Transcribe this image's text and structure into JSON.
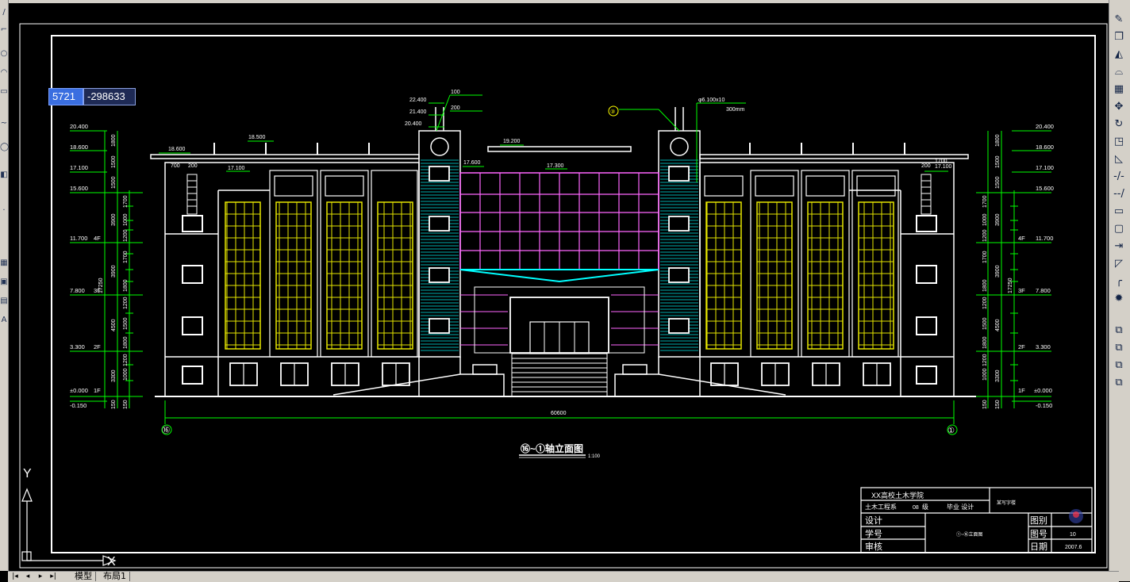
{
  "coordinate_input": {
    "x": "5721",
    "y": "-298633"
  },
  "drawing": {
    "title": "⑯~①轴立面图",
    "scale": "1:100",
    "overall_dimension": "60600",
    "axis_left": "⑯",
    "axis_right": "①",
    "elevations_left": [
      "20.400",
      "18.600",
      "17.100",
      "15.600",
      "11.700",
      "7.800",
      "3.300",
      "±0.000",
      "-0.150"
    ],
    "elevations_right": [
      "20.400",
      "18.600",
      "17.100",
      "15.600",
      "11.700",
      "7.800",
      "3.300",
      "±0.000",
      "-0.150"
    ],
    "floor_labels": [
      "4F",
      "3F",
      "2F",
      "1F"
    ],
    "dims_outer": [
      "1800",
      "1500",
      "1500",
      "3900",
      "3900",
      "4500",
      "3300",
      "150"
    ],
    "dims_total": "17250",
    "dims_inner": [
      "1700",
      "1000",
      "1200",
      "1700",
      "1800",
      "1200",
      "1500",
      "1800",
      "1200",
      "1000",
      "150"
    ],
    "tower_callouts": [
      "22.400",
      "21.400",
      "20.400",
      "100",
      "200"
    ],
    "roof_labels": [
      "18.600",
      "18.500",
      "19.200",
      "17.600",
      "17.300",
      "17.100",
      "17.100"
    ],
    "small_dims": [
      "700",
      "200",
      "200",
      "1700"
    ],
    "note_right_line1": "φ6.100x10",
    "note_right_line2": "300mm",
    "note_left_num": "③"
  },
  "title_block": {
    "school": "XX高校土木学院",
    "department": "土木工程系",
    "grade_num": "08",
    "grade_label": "级",
    "major": "毕业 设计",
    "project": "某写字楼",
    "row_design": "设计",
    "row_student": "学号",
    "row_review": "审核",
    "drawing_name": "①~⑯立面图",
    "label_category": "图别",
    "label_number": "图号",
    "label_date": "日期",
    "value_number": "10",
    "value_date": "2007.6"
  },
  "ucs": {
    "y_label": "Y",
    "x_label": "X"
  },
  "tabs": [
    "模型",
    "布局1"
  ],
  "colors": {
    "bg": "#000000",
    "line": "#ffffff",
    "dim": "#00ff00",
    "curtain": "#ff66ff",
    "cyan": "#00ffff",
    "yellow": "#ffff00"
  }
}
